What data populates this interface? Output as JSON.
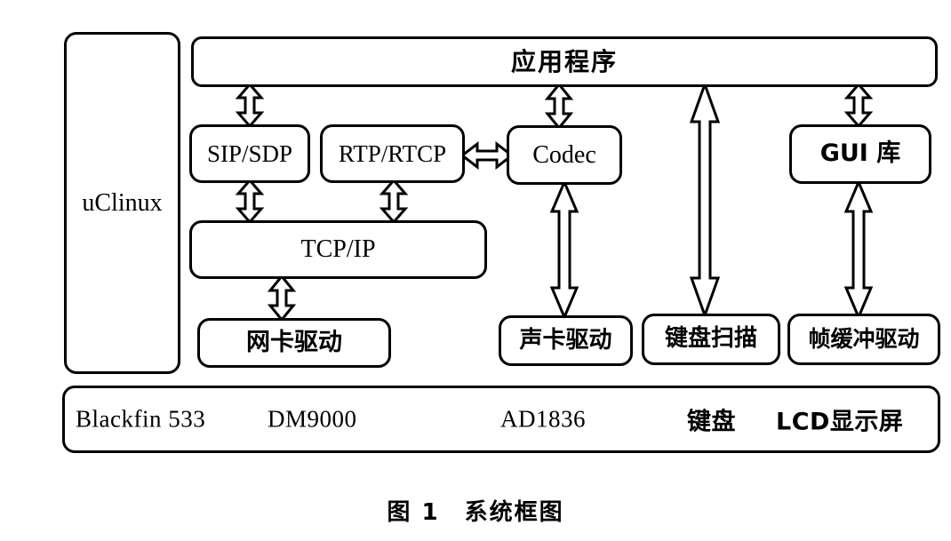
{
  "figure": {
    "caption": "图 1　系统框图",
    "caption_number": "图 1",
    "caption_title": "系统框图"
  },
  "blocks": {
    "os": {
      "label": "uClinux",
      "script": "latin"
    },
    "application": {
      "label": "应用程序",
      "script": "cjk"
    },
    "sip_sdp": {
      "label": "SIP/SDP",
      "script": "latin"
    },
    "rtp_rtcp": {
      "label": "RTP/RTCP",
      "script": "latin"
    },
    "codec": {
      "label": "Codec",
      "script": "latin"
    },
    "gui_lib": {
      "label": "GUI 库",
      "script": "cjk"
    },
    "tcp_ip": {
      "label": "TCP/IP",
      "script": "latin"
    },
    "nic_driver": {
      "label": "网卡驱动",
      "script": "cjk"
    },
    "sound_driver": {
      "label": "声卡驱动",
      "script": "cjk"
    },
    "keyboard_scan": {
      "label": "键盘扫描",
      "script": "cjk"
    },
    "framebuffer_driver": {
      "label": "帧缓冲驱动",
      "script": "cjk"
    }
  },
  "hardware": {
    "items": [
      {
        "label": "Blackfin 533",
        "script": "latin"
      },
      {
        "label": "DM9000",
        "script": "latin"
      },
      {
        "label": "AD1836",
        "script": "latin"
      },
      {
        "label": "键盘",
        "script": "cjk"
      },
      {
        "label": "LCD显示屏",
        "script": "cjk"
      }
    ]
  },
  "connections": [
    {
      "name": "application-to-sip-sdp",
      "direction": "bidirectional"
    },
    {
      "name": "application-to-codec",
      "direction": "bidirectional"
    },
    {
      "name": "application-to-keyboard-scan",
      "direction": "bidirectional"
    },
    {
      "name": "application-to-gui-lib",
      "direction": "bidirectional"
    },
    {
      "name": "rtp-rtcp-to-codec",
      "direction": "bidirectional"
    },
    {
      "name": "sip-sdp-to-tcp-ip",
      "direction": "bidirectional"
    },
    {
      "name": "rtp-rtcp-to-tcp-ip",
      "direction": "bidirectional"
    },
    {
      "name": "tcp-ip-to-nic-driver",
      "direction": "bidirectional"
    },
    {
      "name": "codec-to-sound-driver",
      "direction": "bidirectional"
    },
    {
      "name": "gui-lib-to-framebuffer-driver",
      "direction": "bidirectional"
    }
  ],
  "style": {
    "line_color": "#000000",
    "background": "#ffffff"
  }
}
